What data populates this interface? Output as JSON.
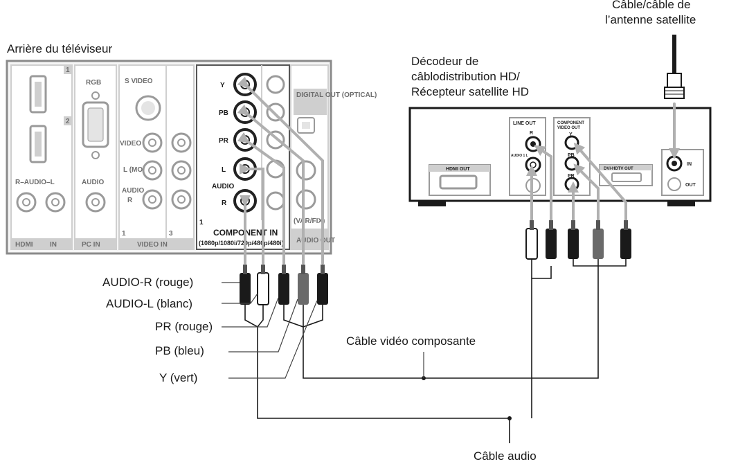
{
  "tv": {
    "title": "Arrière du téléviseur",
    "hdmi": {
      "num1": "1",
      "num2": "2",
      "audio_label": "R–AUDIO–L",
      "footer_logo": "HDMI",
      "footer_in": "IN"
    },
    "pc": {
      "rgb": "RGB",
      "audio": "AUDIO",
      "footer": "PC IN"
    },
    "video": {
      "svideo": "S VIDEO",
      "video": "VIDEO",
      "l_mono": "L (MONO)",
      "audio": "AUDIO",
      "r": "R",
      "num1": "1",
      "num3": "3",
      "footer": "VIDEO IN"
    },
    "component": {
      "y": "Y",
      "pb": "PB",
      "pr": "PR",
      "l": "L",
      "audio": "AUDIO",
      "r": "R",
      "num": "1",
      "title": "COMPONENT IN",
      "sub": "(1080p/1080i/720p/480p/480i)"
    },
    "digital": {
      "label": "DIGITAL OUT (OPTICAL)",
      "var_fix": "(VAR/FIX)",
      "audio_out": "AUDIO OUT"
    }
  },
  "decoder": {
    "title_line1": "Décodeur de",
    "title_line2": "câblodistribution HD/",
    "title_line3": "Récepteur satellite HD",
    "hdmi_out": "HDMI OUT",
    "line_out": "LINE OUT",
    "r": "R",
    "audio1_l": "AUDIO 1 L",
    "component_out_1": "COMPONENT",
    "component_out_2": "VIDEO OUT",
    "y": "Y",
    "pb": "PB",
    "pr": "PR",
    "dvi": "DVI-HDTV OUT",
    "in": "IN",
    "out": "OUT"
  },
  "antenna": {
    "line1": "Câble/câble de",
    "line2": "l’antenne satellite"
  },
  "labels": {
    "audio_r": "AUDIO-R (rouge)",
    "audio_l": "AUDIO-L (blanc)",
    "pr": "PR (rouge)",
    "pb": "PB (bleu)",
    "y": "Y (vert)",
    "component_cable": "Câble vidéo composante",
    "audio_cable": "Câble audio"
  },
  "colors": {
    "panel_border": "#8a8a8a",
    "panel_fill": "#f5f5f5",
    "dark": "#1a1a1a",
    "light_cable": "#b0b0b0"
  }
}
